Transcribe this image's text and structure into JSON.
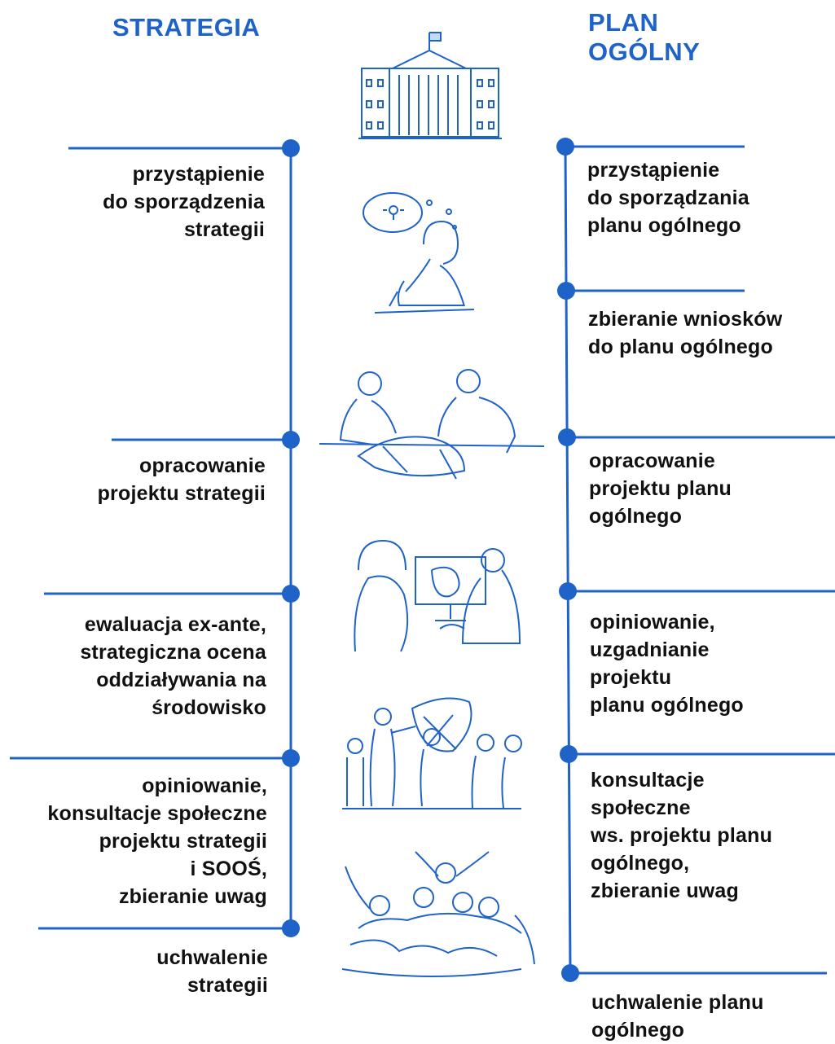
{
  "headings": {
    "strategy": "STRATEGIA",
    "plan": "PLAN\nOGÓLNY"
  },
  "strategy_steps": [
    "przystąpienie\ndo sporządzenia\nstrategii",
    "opracowanie\nprojektu strategii",
    "ewaluacja ex-ante,\nstrategiczna ocena\noddziaływania na\nśrodowisko",
    "opiniowanie,\nkonsultacje społeczne\nprojektu strategii\ni SOOŚ,\nzbieranie uwag",
    "uchwalenie\nstrategii"
  ],
  "plan_steps": [
    "przystąpienie\ndo sporządzania\nplanu ogólnego",
    "zbieranie wniosków\ndo planu ogólnego",
    "opracowanie\nprojektu planu\nogólnego",
    "opiniowanie,\nuzgadnianie\nprojektu\nplanu ogólnego",
    "konsultacje\nspołeczne\nws. projektu planu\nogólnego,\nzbieranie uwag",
    "uchwalenie planu\nogólnego"
  ],
  "colors": {
    "accent": "#1f63c9",
    "text": "#111111"
  },
  "icons": [
    "town-hall-icon",
    "thinking-person-icon",
    "planning-team-icon",
    "screen-review-icon",
    "public-meeting-icon",
    "celebration-icon"
  ]
}
